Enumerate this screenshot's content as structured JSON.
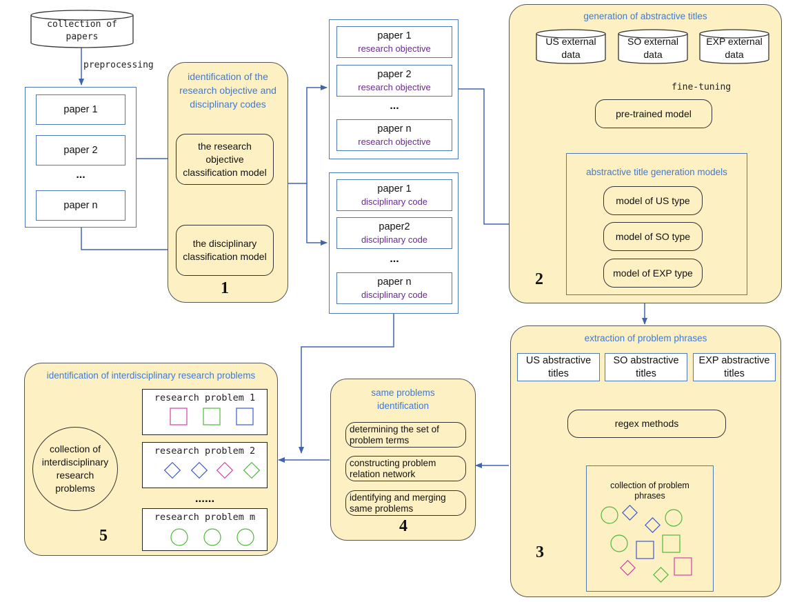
{
  "source": {
    "line1": "collection of",
    "line2": "papers"
  },
  "preprocessing": "preprocessing",
  "input_papers": [
    "paper 1",
    "paper 2",
    "...",
    "paper n"
  ],
  "stage1": {
    "title": [
      "identification of the",
      "research objective and",
      "disciplinary codes"
    ],
    "model_a": [
      "the research",
      "objective",
      "classification model"
    ],
    "model_b": [
      "the disciplinary",
      "classification model"
    ],
    "number": "1"
  },
  "objective_list": [
    {
      "name": "paper 1",
      "tag": "research objective"
    },
    {
      "name": "paper 2",
      "tag": "research objective"
    },
    {
      "name": "paper n",
      "tag": "research objective"
    }
  ],
  "discipline_list": [
    {
      "name": "paper 1",
      "tag": "disciplinary code"
    },
    {
      "name": "paper2",
      "tag": "disciplinary code"
    },
    {
      "name": "paper n",
      "tag": "disciplinary code"
    }
  ],
  "ellipsis": "...",
  "stage2": {
    "title": "generation of abstractive titles",
    "datasets": [
      [
        "US external",
        "data"
      ],
      [
        "SO external",
        "data"
      ],
      [
        "EXP external",
        "data"
      ]
    ],
    "fine_tuning": "fine-tuning",
    "pretrained": "pre-trained model",
    "models_title": "abstractive title generation models",
    "models": [
      "model of US type",
      "model of SO type",
      "model of EXP type"
    ],
    "number": "2"
  },
  "stage3": {
    "title": "extraction of problem phrases",
    "titles": [
      [
        "US abstractive",
        "titles"
      ],
      [
        "SO abstractive",
        "titles"
      ],
      [
        "EXP abstractive",
        "titles"
      ]
    ],
    "regex": "regex methods",
    "collection": [
      "collection of problem",
      "phrases"
    ],
    "number": "3"
  },
  "stage4": {
    "title": [
      "same problems",
      "identification"
    ],
    "steps": [
      [
        "determining the set of",
        "problem terms"
      ],
      [
        "constructing problem",
        "relation network"
      ],
      [
        "identifying and merging",
        "same problems"
      ]
    ],
    "number": "4"
  },
  "stage5": {
    "title": "identification of interdisciplinary research problems",
    "collection": [
      "collection of",
      "interdisciplinary",
      "research",
      "problems"
    ],
    "problems": [
      "research problem 1",
      "research problem 2",
      "research problem m"
    ],
    "dots": "......",
    "number": "5"
  },
  "colors": {
    "panel_fill": "#fdf0c2",
    "box_border": "#4f78b7",
    "title_blue": "#3d7ad9",
    "tag_purple": "#6a2a96",
    "shape_magenta": "#d43fa8",
    "shape_green": "#4fb83b",
    "shape_blue": "#3b57d4"
  }
}
